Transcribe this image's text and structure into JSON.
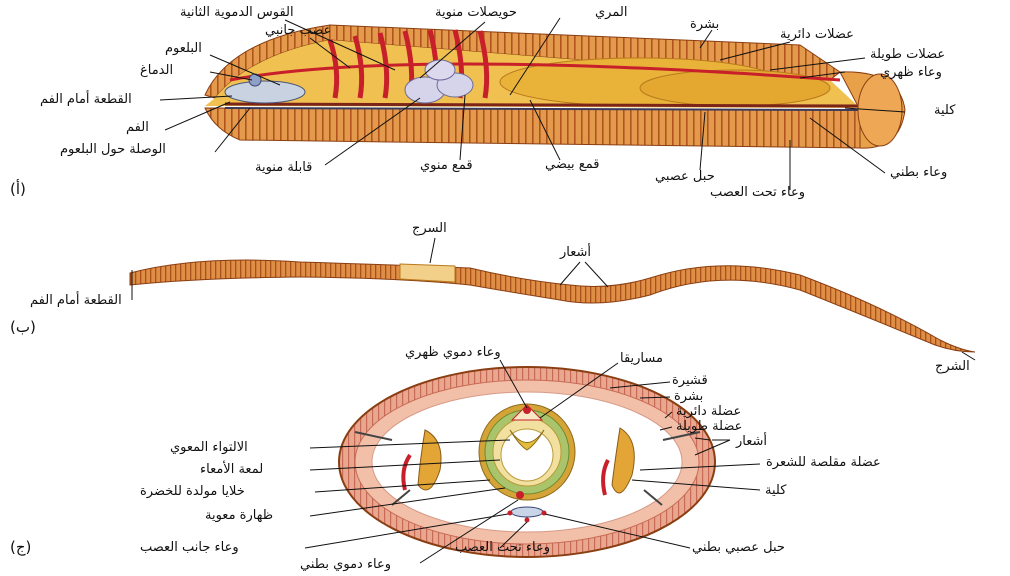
{
  "panels": {
    "a": "(أ)",
    "b": "(ب)",
    "c": "(ج)"
  },
  "diagram_a": {
    "labels": {
      "second_arch": "القوس الدموية الثانية",
      "seminal_vesicles": "حويصلات منوية",
      "esophagus": "المري",
      "epidermis": "بشرة",
      "circular_muscles": "عضلات دائرية",
      "lateral_nerve": "عصب جانبي",
      "pharynx": "البلعوم",
      "longitudinal_muscles": "عضلات طويلة",
      "brain": "الدماغ",
      "dorsal_vessel": "وعاء ظهري",
      "prostomium": "القطعة أمام الفم",
      "nephridium": "كلية",
      "mouth": "الفم",
      "pharyngeal_connective": "الوصلة حول البلعوم",
      "seminal_receptacle": "قابلة منوية",
      "sperm_funnel": "قمع منوي",
      "egg_funnel": "قمع بيضي",
      "nerve_cord": "حبل عصبي",
      "ventral_vessel": "وعاء بطني",
      "subneural_vessel": "وعاء تحت العصب"
    }
  },
  "diagram_b": {
    "labels": {
      "clitellum": "السرج",
      "setae": "أشعار",
      "prostomium": "القطعة أمام الفم",
      "anus": "الشرج"
    }
  },
  "diagram_c": {
    "labels": {
      "dorsal_blood_vessel": "وعاء دموي ظهري",
      "mesentery": "مساريقا",
      "cuticle": "قشيرة",
      "epidermis": "بشرة",
      "circular_muscle": "عضلة دائرية",
      "longitudinal_muscle": "عضلة طويلة",
      "typhlosole": "الالتواء المعوي",
      "setae": "أشعار",
      "intestinal_lumen": "لمعة الأمعاء",
      "seta_retractor": "عضلة مقلصة للشعرة",
      "chloragogen_cells": "خلايا مولدة للخضرة",
      "nephridium": "كلية",
      "intestinal_epithelium": "ظهارة معوية",
      "lateral_neural_vessel": "وعاء جانب العصب",
      "subneural_vessel": "وعاء تحت العصب",
      "ventral_nerve_cord": "حبل عصبي بطني",
      "ventral_blood_vessel": "وعاء دموي بطني"
    }
  },
  "colors": {
    "body_orange": "#e8a148",
    "segment_dark": "#b5561c",
    "blood_red": "#c8202a",
    "gut_yellow": "#e2bd3a",
    "muscle_pink": "#e59a83"
  }
}
